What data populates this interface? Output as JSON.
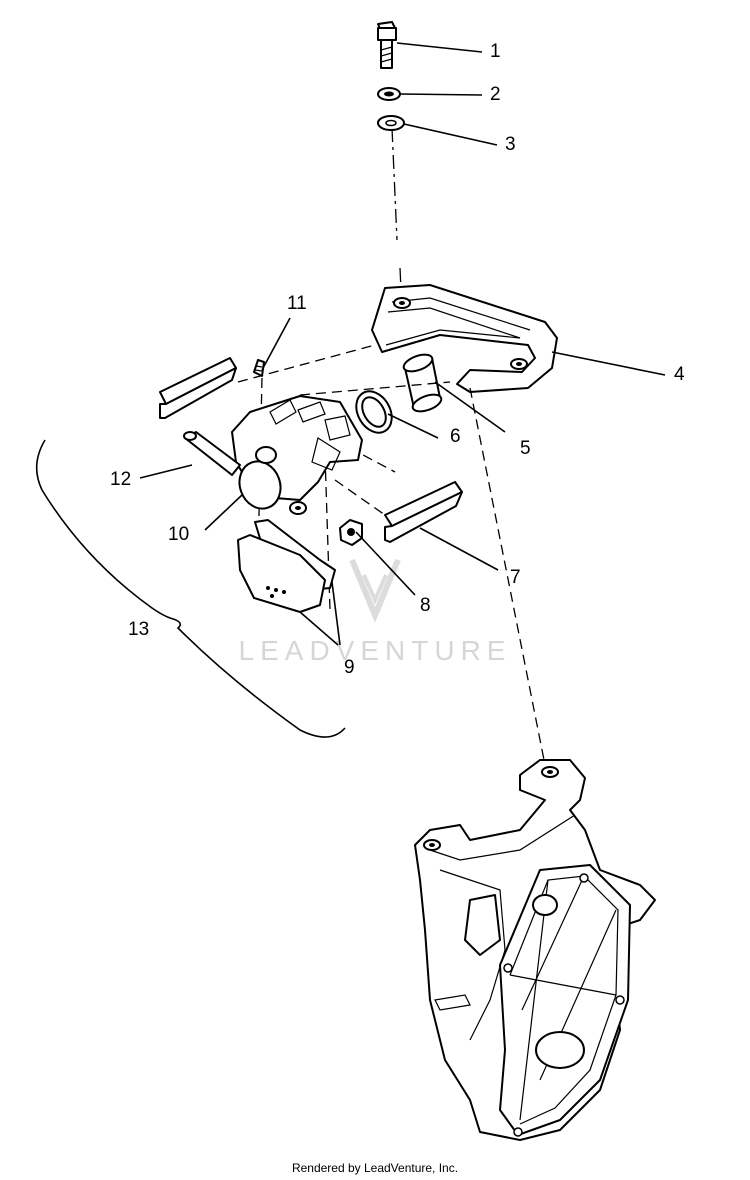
{
  "callouts": {
    "c1": "1",
    "c2": "2",
    "c3": "3",
    "c4": "4",
    "c5": "5",
    "c6": "6",
    "c7": "7",
    "c8": "8",
    "c9": "9",
    "c10": "10",
    "c11": "11",
    "c12": "12",
    "c13": "13"
  },
  "watermark": "LEADVENTURE",
  "footer": "Rendered by LeadVenture, Inc."
}
